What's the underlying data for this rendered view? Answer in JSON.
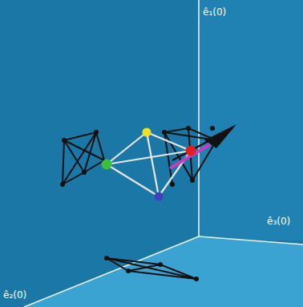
{
  "diagram": {
    "labels": [
      "ê₁(0)",
      "ê₂(0)",
      "ê₃(0)"
    ]
  }
}
